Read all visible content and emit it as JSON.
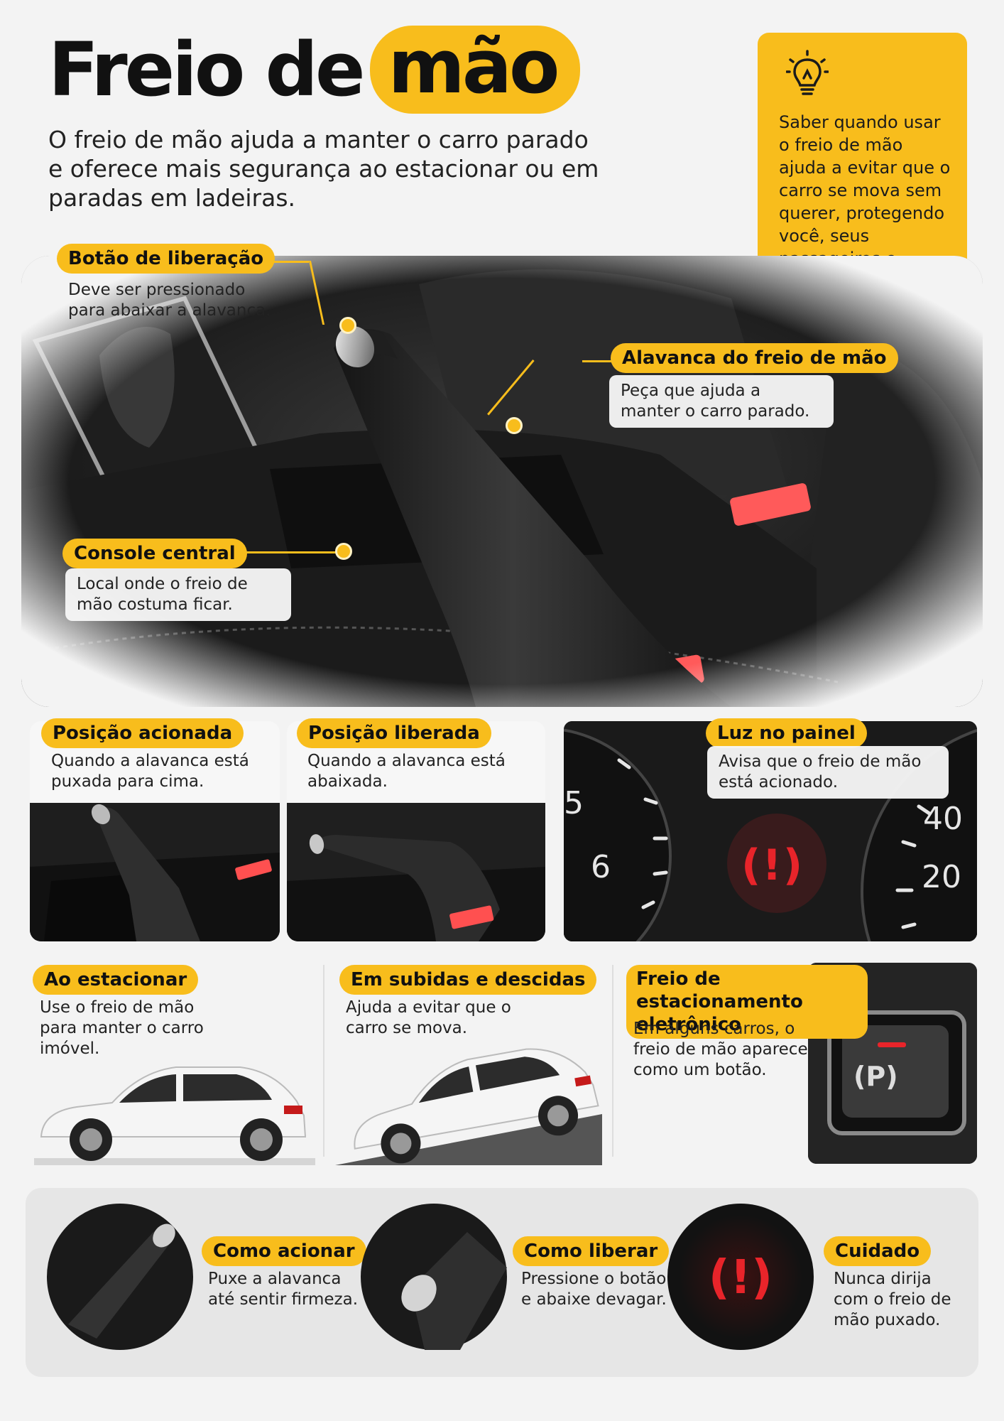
{
  "header": {
    "title_part1": "Freio de",
    "title_part2": "mão",
    "intro": "O freio de mão ajuda a manter o carro parado e oferece mais segurança ao estacionar ou em paradas em ladeiras."
  },
  "tip": {
    "icon": "lightbulb-icon",
    "text": "Saber quando usar o freio de mão ajuda a evitar que o carro se mova sem querer, protegendo você, seus passageiros e outras pessoas."
  },
  "callouts": {
    "release_button": {
      "title": "Botão de liberação",
      "desc": "Deve ser pressionado para abaixar a alavanca."
    },
    "lever": {
      "title": "Alavanca do freio de mão",
      "desc": "Peça que ajuda a manter o carro parado."
    },
    "console": {
      "title": "Console central",
      "desc": "Local onde o freio de mão costuma ficar."
    }
  },
  "positions": [
    {
      "title": "Posição acionada",
      "desc": "Quando a alavanca está puxada para cima."
    },
    {
      "title": "Posição liberada",
      "desc": "Quando a alavanca está abaixada."
    },
    {
      "title": "Luz no painel",
      "desc": "Avisa que o freio de mão está acionado."
    }
  ],
  "dashboard": {
    "tick_5": "5",
    "tick_6": "6",
    "tick_40": "40",
    "tick_20": "20",
    "symbol": "(!)"
  },
  "situations": [
    {
      "title": "Ao estacionar",
      "desc": "Use o freio de mão para manter o carro imóvel."
    },
    {
      "title": "Em subidas e descidas",
      "desc": "Ajuda a evitar que o carro se mova."
    },
    {
      "title_line1": "Freio de estacionamento",
      "title_line2": "eletrônico",
      "desc": "Em alguns carros, o freio de mão aparece como um botão."
    }
  ],
  "epb_symbol": "(P)",
  "steps": [
    {
      "title": "Como acionar",
      "desc": "Puxe a alavanca até sentir firmeza."
    },
    {
      "title": "Como liberar",
      "desc": "Pressione o botão e abaixe devagar."
    },
    {
      "title": "Cuidado",
      "desc": "Nunca dirija com o freio de mão puxado."
    }
  ],
  "colors": {
    "accent": "#f8bd1c",
    "warning_red": "#e8242a",
    "dark": "#1b1b1b"
  }
}
